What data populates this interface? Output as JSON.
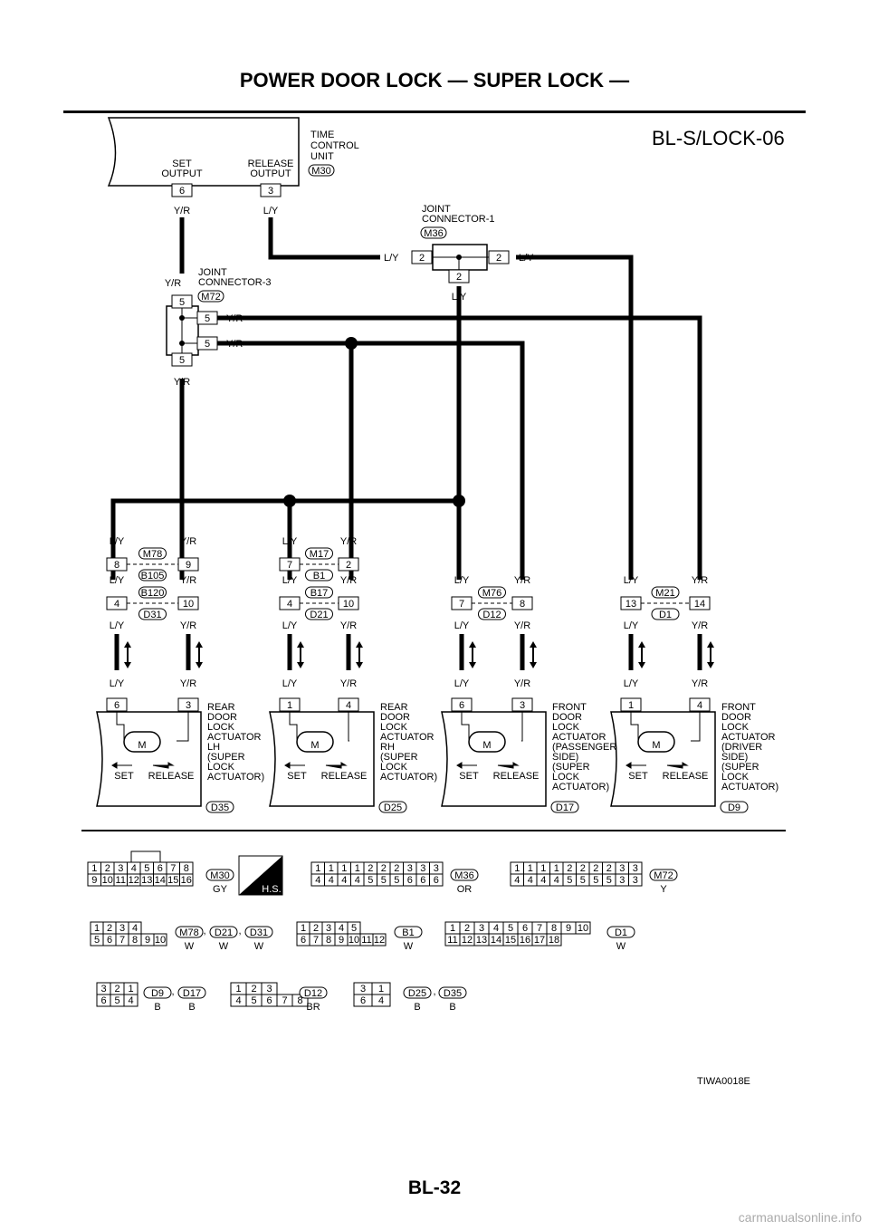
{
  "header": {
    "title": "POWER DOOR LOCK — SUPER LOCK —",
    "diagram_code": "BL-S/LOCK-06"
  },
  "tcu": {
    "label_line1": "TIME",
    "label_line2": "CONTROL",
    "label_line3": "UNIT",
    "conn": "M30",
    "set_l1": "SET",
    "set_l2": "OUTPUT",
    "rel_l1": "RELEASE",
    "rel_l2": "OUTPUT",
    "pin_set": "6",
    "pin_rel": "3"
  },
  "wires": {
    "yr": "Y/R",
    "ly": "L/Y"
  },
  "jc1": {
    "l1": "JOINT",
    "l2": "CONNECTOR-1",
    "conn": "M36",
    "pin": "2"
  },
  "jc3": {
    "l1": "JOINT",
    "l2": "CONNECTOR-3",
    "conn": "M72",
    "pin": "5"
  },
  "inline": [
    {
      "conn_top": "M78",
      "conn_bot": "B105",
      "a": "8",
      "b": "9"
    },
    {
      "conn_top": "B120",
      "conn_bot": "D31",
      "a": "4",
      "b": "10"
    },
    {
      "conn_top": "M17",
      "conn_bot": "B1",
      "a": "7",
      "b": "2"
    },
    {
      "conn_top": "B17",
      "conn_bot": "D21",
      "a": "4",
      "b": "10"
    },
    {
      "conn_top": "M76",
      "conn_bot": "D12",
      "a": "7",
      "b": "8"
    },
    {
      "conn_top": "M21",
      "conn_bot": "D1",
      "a": "13",
      "b": "14"
    }
  ],
  "actuators": [
    {
      "p1": "6",
      "p2": "3",
      "l1": "REAR",
      "l2": "DOOR",
      "l3": "LOCK",
      "l4": "ACTUATOR",
      "l5": "LH",
      "l6": "(SUPER",
      "l7": " LOCK",
      "l8": " ACTUATOR)",
      "l9": "",
      "conn": "D35"
    },
    {
      "p1": "1",
      "p2": "4",
      "l1": "REAR",
      "l2": "DOOR",
      "l3": "LOCK",
      "l4": "ACTUATOR",
      "l5": "RH",
      "l6": "(SUPER",
      "l7": " LOCK",
      "l8": " ACTUATOR)",
      "l9": "",
      "conn": "D25"
    },
    {
      "p1": "6",
      "p2": "3",
      "l1": "FRONT",
      "l2": "DOOR",
      "l3": "LOCK",
      "l4": "ACTUATOR",
      "l5": "(PASSENGER",
      "l6": " SIDE)",
      "l7": "(SUPER",
      "l8": " LOCK",
      "l9": " ACTUATOR)",
      "conn": "D17"
    },
    {
      "p1": "1",
      "p2": "4",
      "l1": "FRONT",
      "l2": "DOOR",
      "l3": "LOCK",
      "l4": "ACTUATOR",
      "l5": "(DRIVER",
      "l6": " SIDE)",
      "l7": "(SUPER",
      "l8": " LOCK",
      "l9": " ACTUATOR)",
      "conn": "D9"
    }
  ],
  "motor": {
    "m": "M",
    "set": "SET",
    "release": "RELEASE"
  },
  "legend": {
    "row1": [
      {
        "conn": "M30",
        "color": "GY"
      },
      {
        "conn": "M36",
        "color": "OR"
      },
      {
        "conn": "M72",
        "color": "Y"
      }
    ],
    "hs": "H.S.",
    "row2": [
      {
        "conn": "M78",
        "color": "W"
      },
      {
        "conn": "D21",
        "color": "W"
      },
      {
        "conn": "D31",
        "color": "W"
      },
      {
        "conn": "B1",
        "color": "W"
      },
      {
        "conn": "D1",
        "color": "W"
      }
    ],
    "row3": [
      {
        "conn": "D9",
        "color": "B"
      },
      {
        "conn": "D17",
        "color": "B"
      },
      {
        "conn": "D12",
        "color": "BR"
      },
      {
        "conn": "D25",
        "color": "B"
      },
      {
        "conn": "D35",
        "color": "B"
      }
    ],
    "m30_top": [
      "1",
      "2",
      "3",
      "4",
      "5",
      "6",
      "7",
      "8"
    ],
    "m30_bot": [
      "9",
      "10",
      "11",
      "12",
      "13",
      "14",
      "15",
      "16"
    ],
    "m36_top": [
      "1",
      "1",
      "1",
      "1",
      "2",
      "2",
      "2",
      "3",
      "3",
      "3"
    ],
    "m36_bot": [
      "4",
      "4",
      "4",
      "4",
      "5",
      "5",
      "5",
      "6",
      "6",
      "6"
    ],
    "m72_top": [
      "1",
      "1",
      "1",
      "1",
      "2",
      "2",
      "2",
      "2",
      "3",
      "3"
    ],
    "m72_bot": [
      "4",
      "4",
      "4",
      "4",
      "5",
      "5",
      "5",
      "5",
      "3",
      "3"
    ],
    "m78_top": [
      "1",
      "2",
      "3",
      "4"
    ],
    "m78_bot": [
      "5",
      "6",
      "7",
      "8",
      "9",
      "10"
    ],
    "b1_top": [
      "1",
      "2",
      "3",
      "4",
      "5"
    ],
    "b1_bot": [
      "6",
      "7",
      "8",
      "9",
      "10",
      "11",
      "12"
    ],
    "d1_top": [
      "1",
      "2",
      "3",
      "4",
      "5",
      "6",
      "7",
      "8",
      "9",
      "10"
    ],
    "d1_bot": [
      "11",
      "12",
      "13",
      "14",
      "15",
      "16",
      "17",
      "18"
    ],
    "d9_top": [
      "3",
      "2",
      "1"
    ],
    "d9_bot": [
      "6",
      "5",
      "4"
    ],
    "d12_top": [
      "1",
      "2",
      "3"
    ],
    "d12_bot": [
      "4",
      "5",
      "6",
      "7",
      "8"
    ],
    "d25_top": [
      "3",
      "1"
    ],
    "d25_bot": [
      "6",
      "4"
    ],
    "comma": ","
  },
  "footer": {
    "fig": "TIWA0018E",
    "page": "BL-32",
    "watermark": "carmanualsonline.info"
  }
}
